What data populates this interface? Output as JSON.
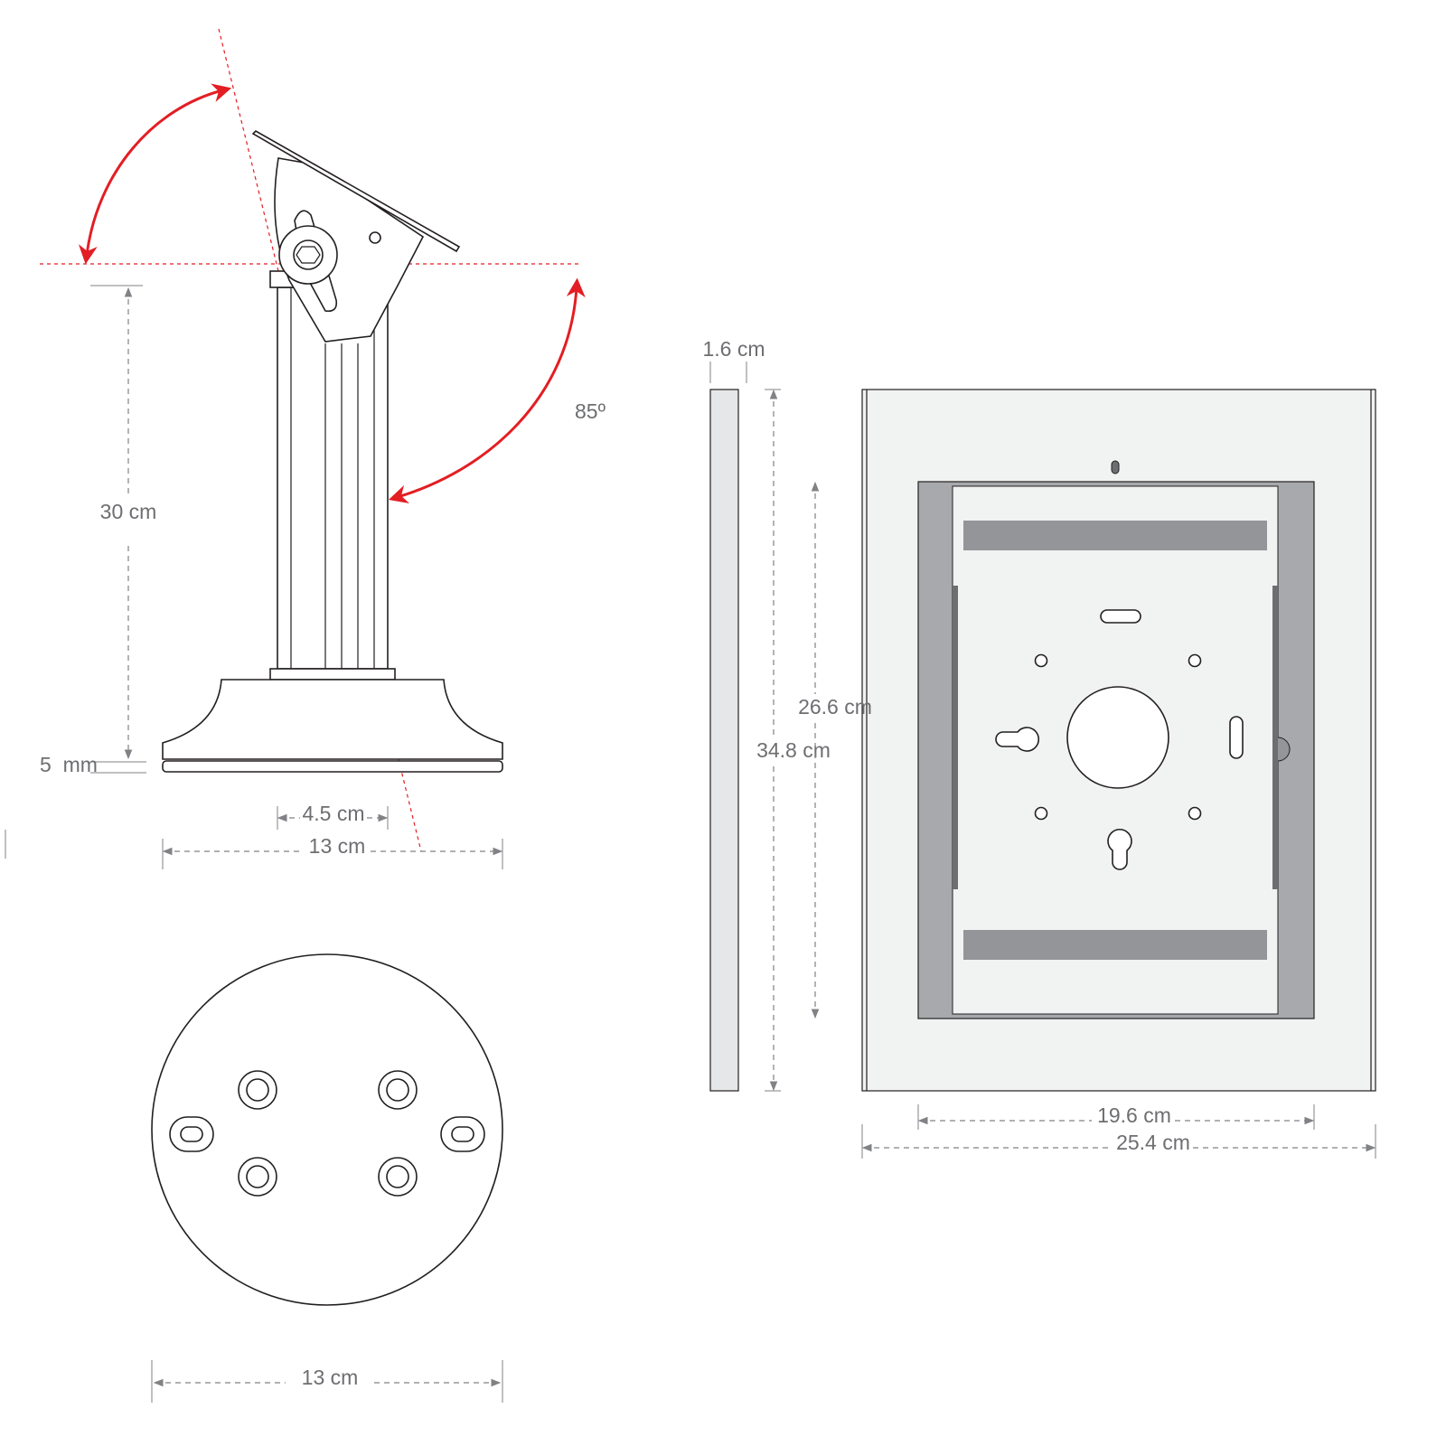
{
  "dimensions": {
    "stand_height": "30 cm",
    "base_plate_thickness": "5  mm",
    "column_width": "4.5 cm",
    "base_width": "13 cm",
    "tilt_angle": "85º",
    "base_diameter": "13 cm",
    "enclosure_depth": "1.6 cm",
    "enclosure_height": "34.8 cm",
    "opening_height": "26.6 cm",
    "opening_width": "19.6 cm",
    "enclosure_width": "25.4 cm"
  },
  "colors": {
    "accent_red": "#e31e24",
    "line_dark": "#231f20",
    "dimension_gray": "#6d6e71",
    "frame_gray": "#a7a9ac",
    "strip_gray": "#939598",
    "panel_light": "#f1f2f2"
  }
}
